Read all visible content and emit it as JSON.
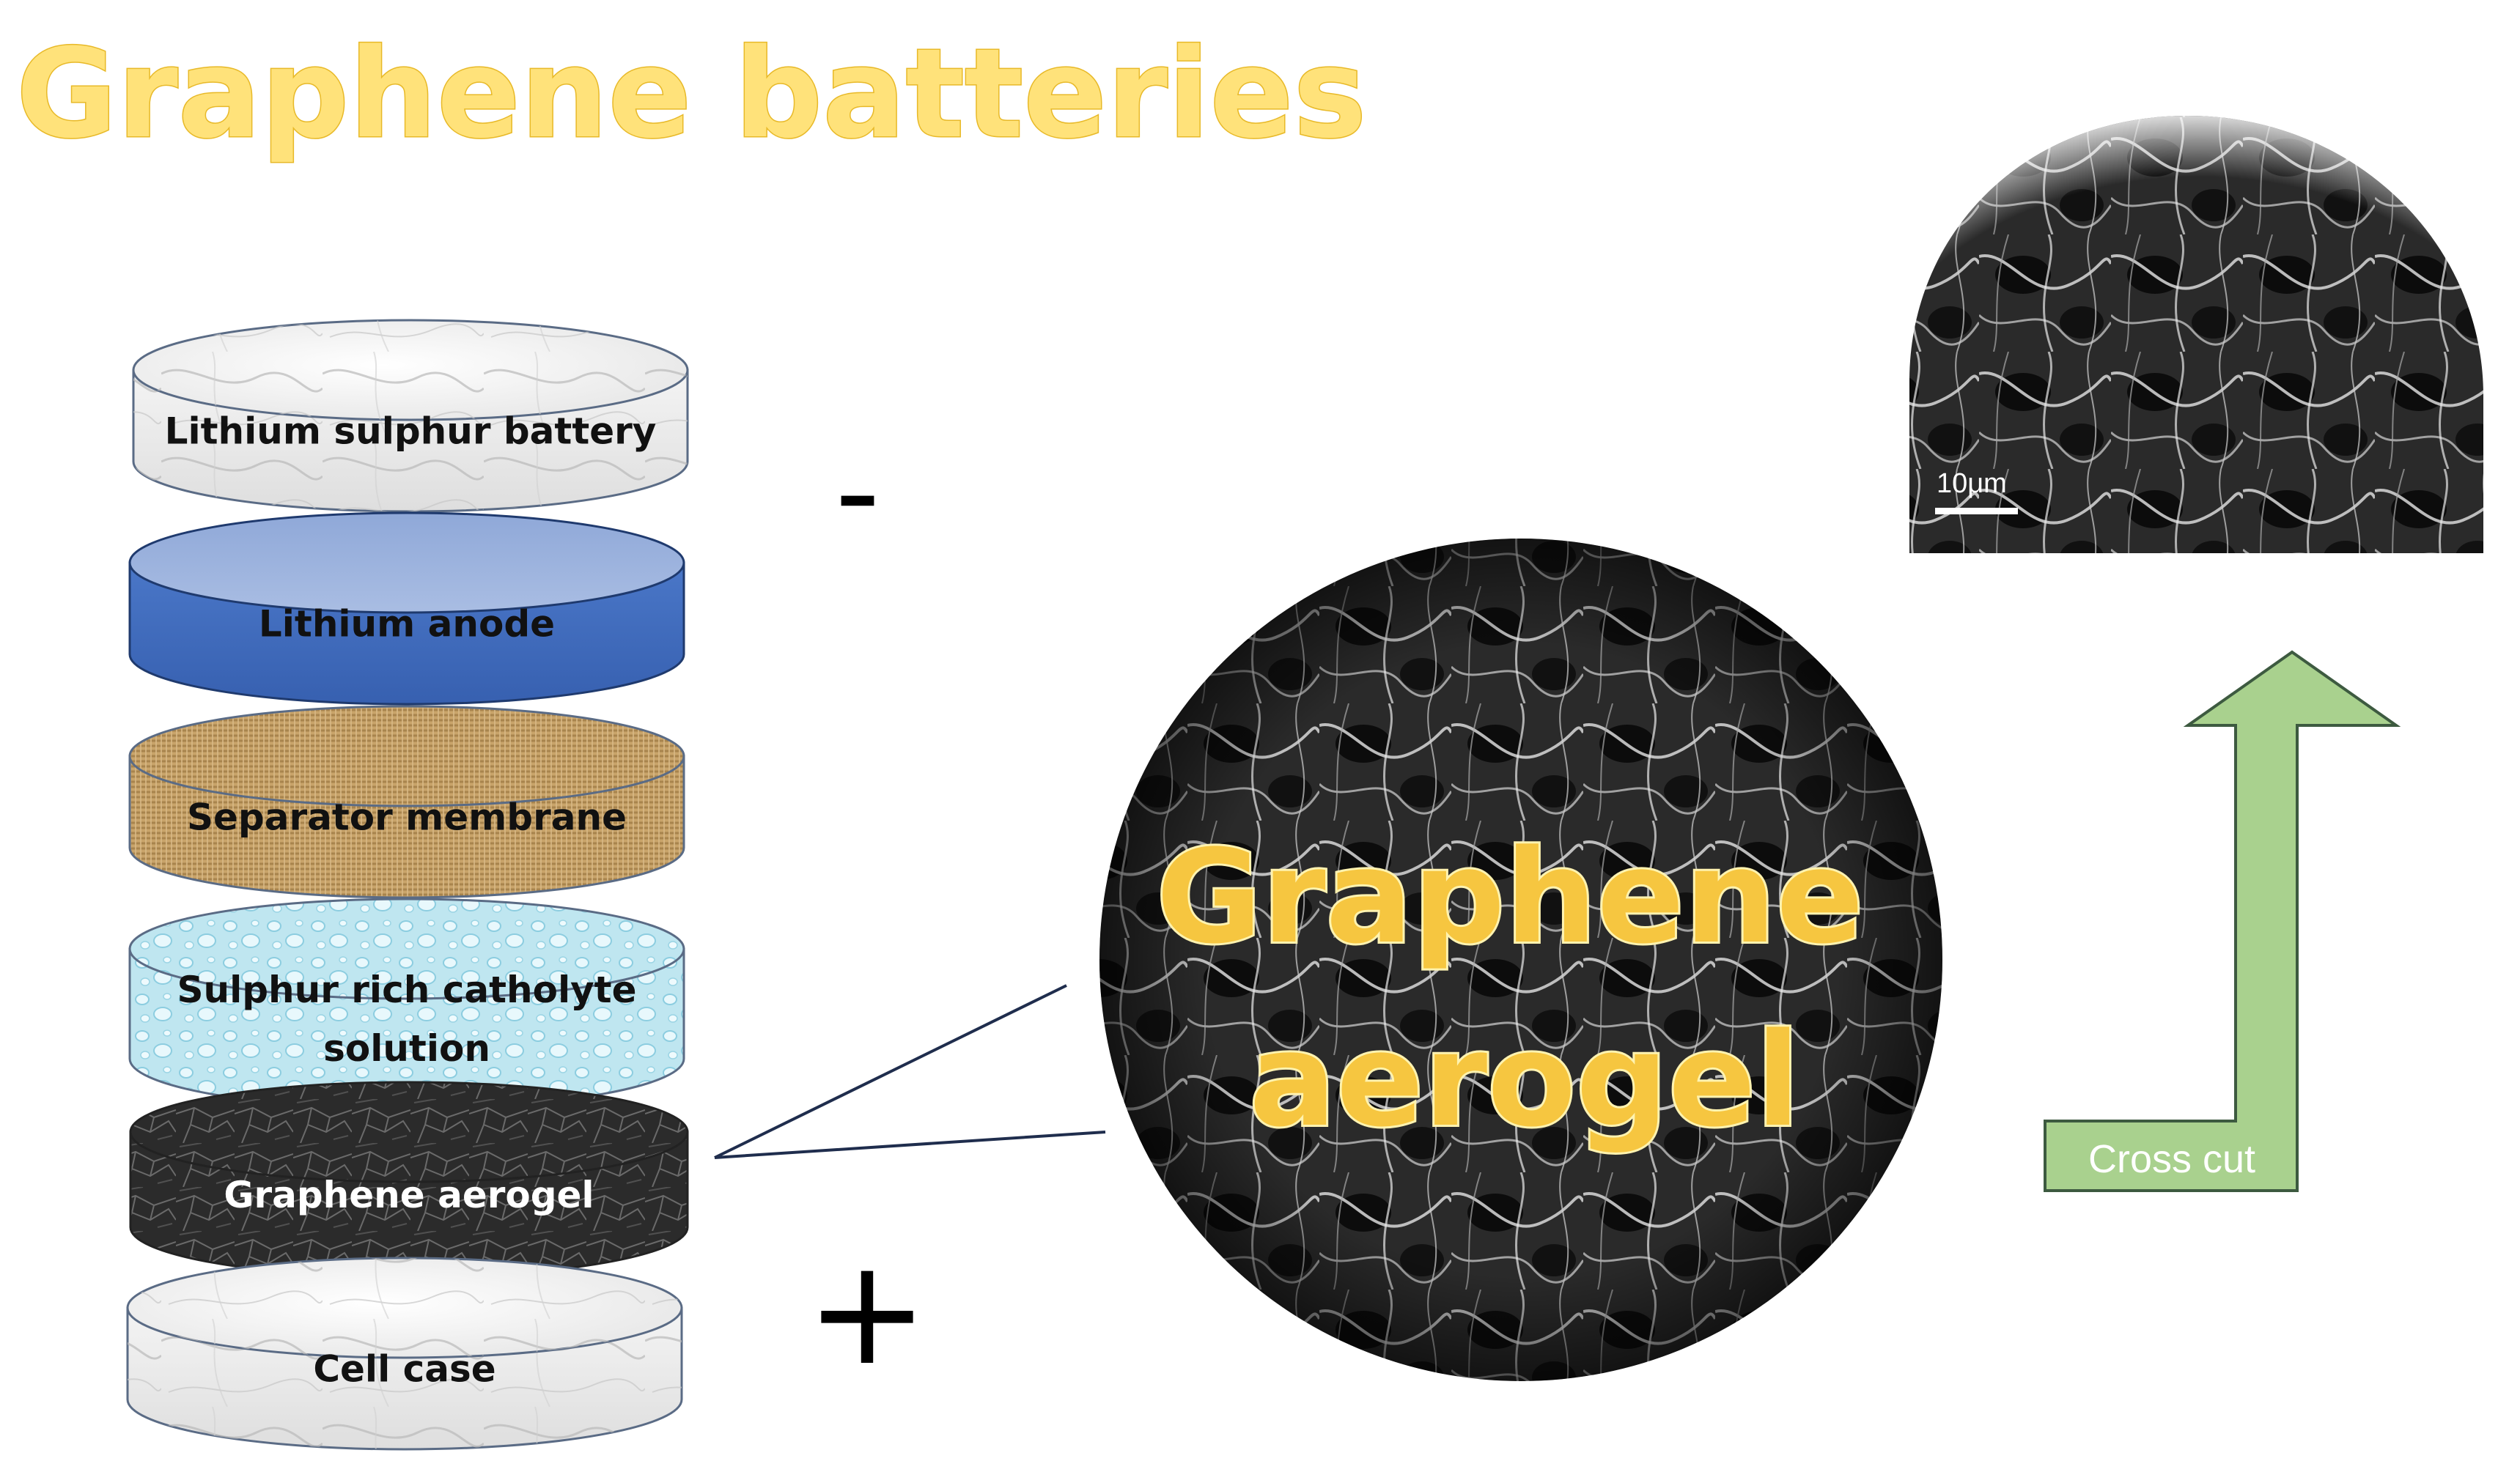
{
  "title": "Graphene batteries",
  "layers": [
    {
      "label_lines": [
        "Lithium sulphur battery"
      ],
      "texture": "marble"
    },
    {
      "label_lines": [
        "Lithium anode"
      ],
      "texture": "blue"
    },
    {
      "label_lines": [
        "Separator membrane"
      ],
      "texture": "burlap"
    },
    {
      "label_lines": [
        "Sulphur rich catholyte",
        "solution"
      ],
      "texture": "water"
    },
    {
      "label_lines": [
        "Graphene aerogel"
      ],
      "texture": "graphene"
    },
    {
      "label_lines": [
        "Cell case"
      ],
      "texture": "marble"
    }
  ],
  "signs": {
    "minus": "-",
    "plus": "+"
  },
  "zoom": {
    "label_line1": "Graphene",
    "label_line2": "aerogel"
  },
  "sem": {
    "scale_label": "10μm"
  },
  "arrow": {
    "label": "Cross cut",
    "fill": "#a9d18e",
    "stroke": "#3d5a40"
  },
  "colors": {
    "title_fill": "#ffe27a",
    "anode_blue": "#4472c4",
    "membrane": "#c9a46a",
    "water": "#bfe6f0",
    "graphene_dark": "#2e2e2e"
  }
}
